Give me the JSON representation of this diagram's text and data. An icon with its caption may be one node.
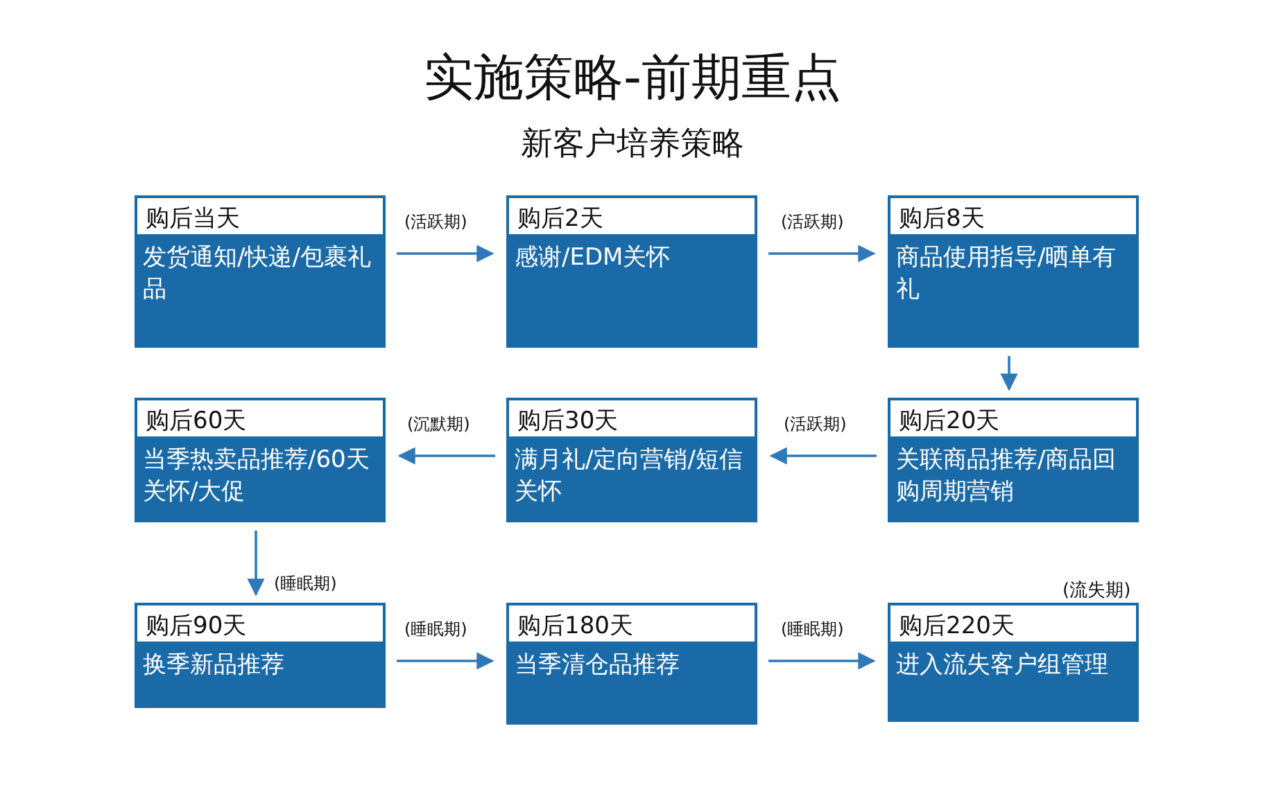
{
  "diagram": {
    "title": "实施策略-前期重点",
    "caption": "新客户培养策略",
    "nodes": [
      {
        "text": [
          "购后当天",
          "发货通知/快递/包裹礼品"
        ]
      },
      {
        "text": [
          "购后2天",
          "感谢/EDM关怀"
        ]
      },
      {
        "text": [
          "购后8天",
          "商品使用指导/晒单有礼"
        ]
      },
      {
        "text": [
          "购后60天",
          "当季热卖品推荐/60天关怀/大促"
        ]
      },
      {
        "text": [
          "购后30天",
          "满月礼/定向营销/短信关怀"
        ]
      },
      {
        "text": [
          "购后20天",
          "关联商品推荐/商品回购周期营销"
        ]
      },
      {
        "text": [
          "购后90天",
          "换季新品推荐"
        ]
      },
      {
        "text": [
          "购后180天",
          "当季清仓品推荐"
        ]
      },
      {
        "text": [
          "购后220天",
          "进入流失客户组管理"
        ],
        "beside": [
          "(流失期)"
        ]
      }
    ],
    "edges": [
      {
        "from": 0,
        "to": 1,
        "arrow": "to",
        "label": "(活跃期)"
      },
      {
        "from": 1,
        "to": 2,
        "arrow": "to",
        "label": "(活跃期)"
      },
      {
        "from": 2,
        "to": 5,
        "arrow": "to"
      },
      {
        "from": 5,
        "to": 4,
        "arrow": "to",
        "label": "(活跃期)"
      },
      {
        "from": 4,
        "to": 3,
        "arrow": "to",
        "label": "(沉默期)"
      },
      {
        "from": 3,
        "to": 6,
        "arrow": "to",
        "label": "(睡眠期)"
      },
      {
        "from": 6,
        "to": 7,
        "arrow": "to",
        "label": "(睡眠期)"
      },
      {
        "from": 7,
        "to": 8,
        "arrow": "to",
        "label": "(睡眠期)"
      }
    ]
  }
}
